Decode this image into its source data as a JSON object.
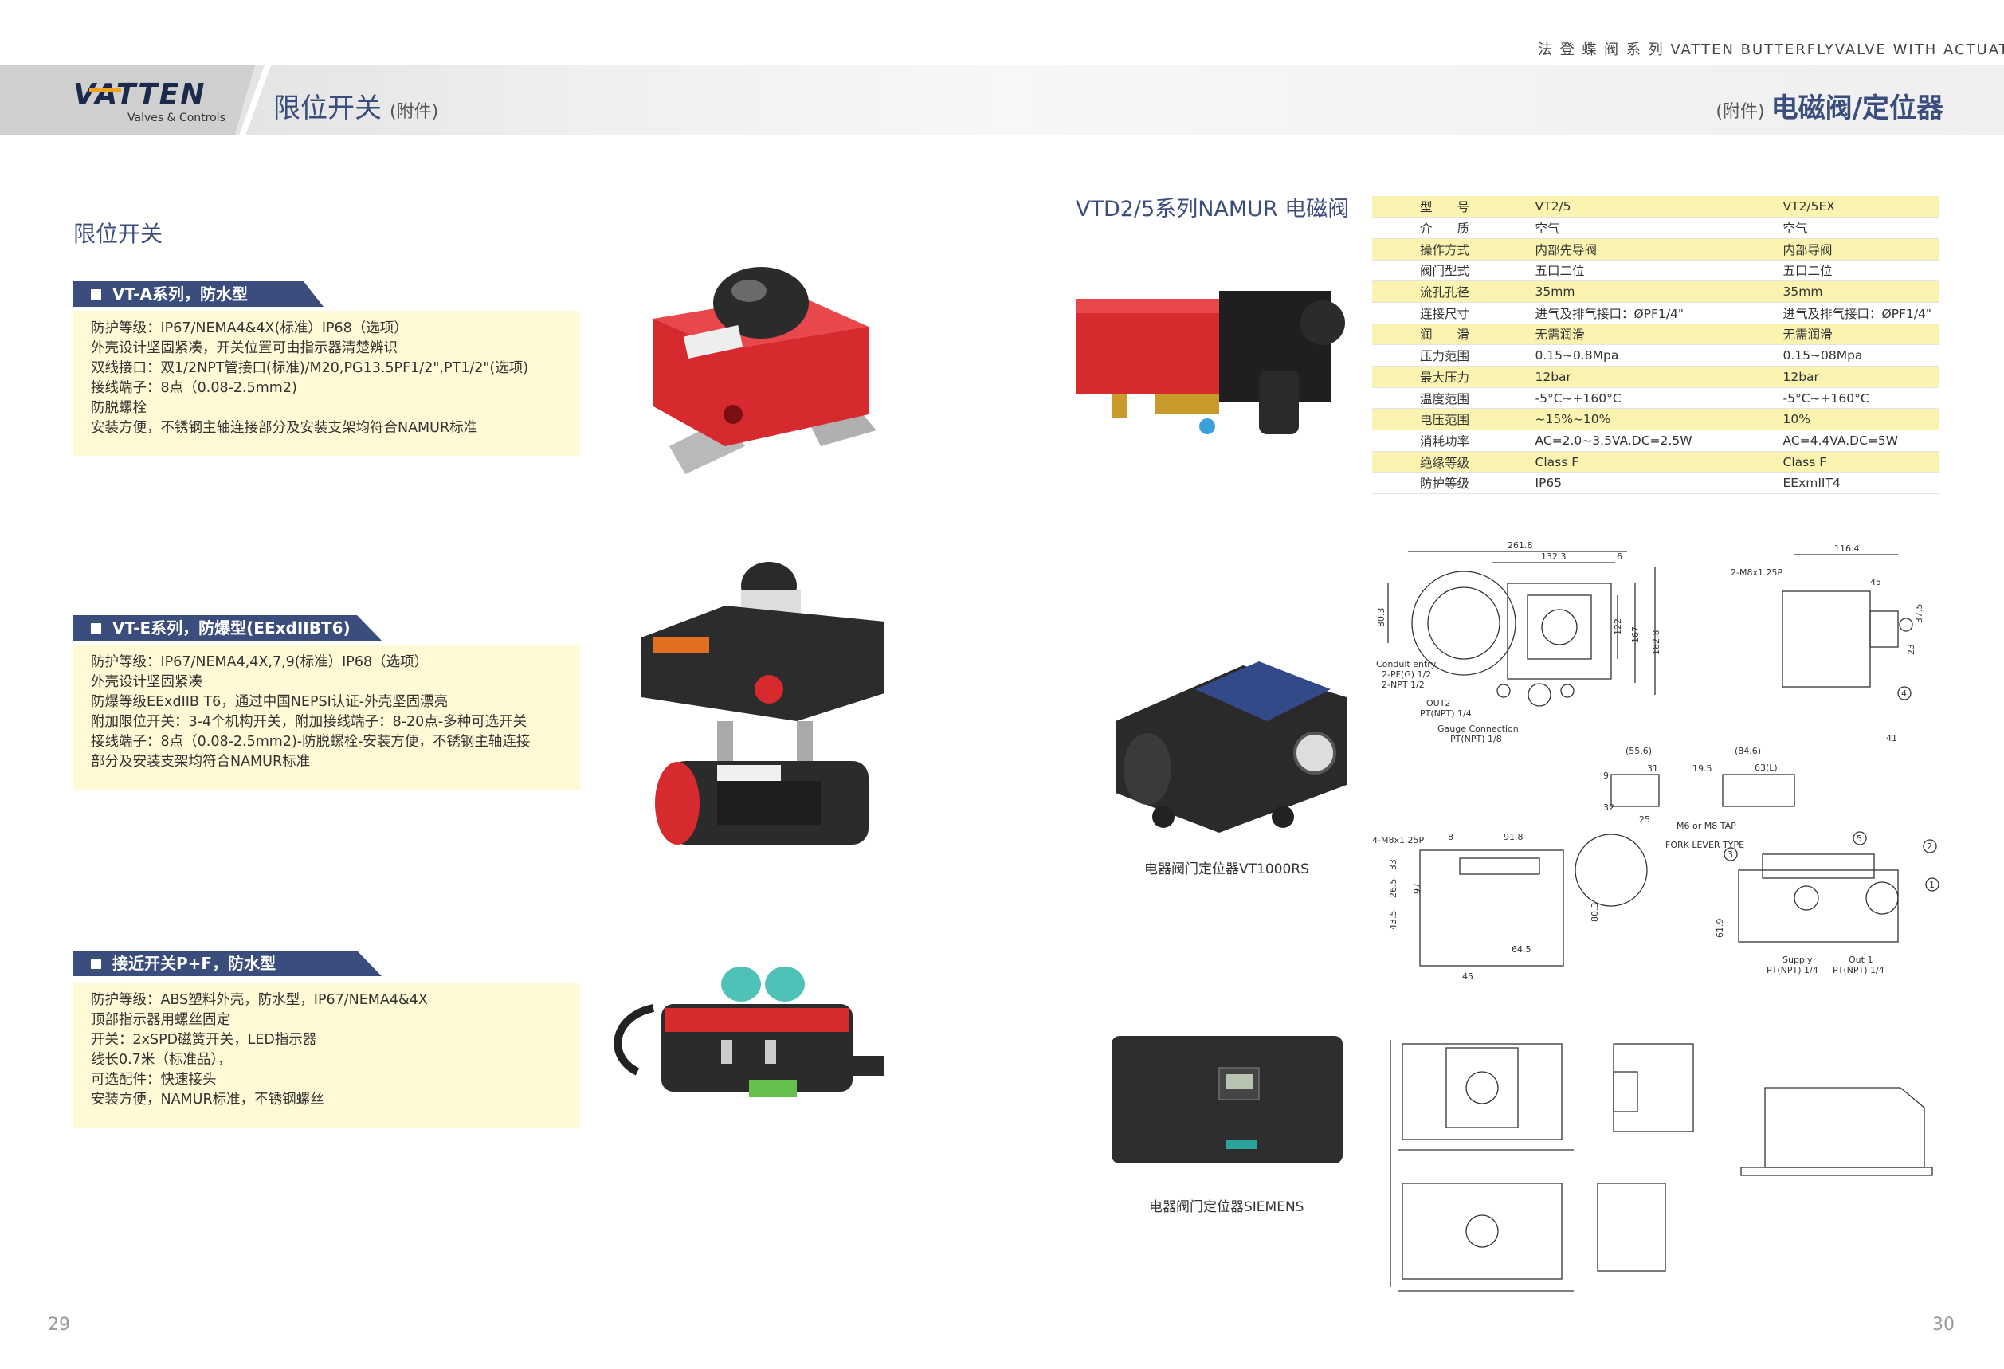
{
  "header": {
    "series_line": "法 登 蝶 阀 系 列   VATTEN BUTTERFLYVALVE WITH ACTUATOR",
    "logo_text": "VATTEN",
    "logo_sub": "Valves & Controls",
    "left_title": "限位开关",
    "left_title_suffix": "(附件)",
    "right_title_prefix": "(附件)",
    "right_title": "电磁阀/定位器"
  },
  "left_page": {
    "section_title": "限位开关",
    "products": [
      {
        "band": "VT-A系列，防水型",
        "lines": [
          "防护等级：IP67/NEMA4&4X(标准）IP68（选项）",
          "外壳设计坚固紧凑，开关位置可由指示器清楚辨识",
          "双线接口：双1/2NPT管接口(标准)/M20,PG13.5PF1/2\",PT1/2\"(选项)",
          "接线端子：8点（0.08-2.5mm2)",
          "防脱螺栓",
          "安装方便，不锈钢主轴连接部分及安装支架均符合NAMUR标准"
        ]
      },
      {
        "band": "VT-E系列，防爆型(EExdIIBT6)",
        "lines": [
          "防护等级：IP67/NEMA4,4X,7,9(标准）IP68（选项）",
          "外壳设计坚固紧凑",
          "防爆等级EExdIIB T6，通过中国NEPSI认证-外壳坚固漂亮",
          "附加限位开关：3-4个机构开关，附加接线端子：8-20点-多种可选开关",
          "接线端子：8点（0.08-2.5mm2)-防脱螺栓-安装方便，不锈钢主轴连接",
          "部分及安装支架均符合NAMUR标准"
        ]
      },
      {
        "band": "接近开关P+F，防水型",
        "lines": [
          "防护等级：ABS塑料外壳，防水型，IP67/NEMA4&4X",
          "顶部指示器用螺丝固定",
          "开关：2xSPD磁簧开关，LED指示器",
          "线长0.7米（标准品），",
          "可选配件：快速接头",
          "安装方便，NAMUR标准，不锈钢螺丝"
        ]
      }
    ],
    "page_number": "29"
  },
  "right_page": {
    "solenoid_title": "VTD2/5系列NAMUR 电磁阀",
    "spec_table": {
      "header": [
        "型　　号",
        "VT2/5",
        "VT2/5EX"
      ],
      "rows": [
        [
          "介　　质",
          "空气",
          "空气"
        ],
        [
          "操作方式",
          "内部先导阀",
          "内部导阀"
        ],
        [
          "阀门型式",
          "五口二位",
          "五口二位"
        ],
        [
          "流孔孔径",
          "35mm",
          "35mm"
        ],
        [
          "连接尺寸",
          "进气及排气接口：ØPF1/4\"",
          "进气及排气接口：ØPF1/4\""
        ],
        [
          "润　　滑",
          "无需润滑",
          "无需润滑"
        ],
        [
          "压力范围",
          "0.15~0.8Mpa",
          "0.15~08Mpa"
        ],
        [
          "最大压力",
          "12bar",
          "12bar"
        ],
        [
          "温度范围",
          "-5°C~+160°C",
          "-5°C~+160°C"
        ],
        [
          "电压范围",
          "~15%~10%",
          "10%"
        ],
        [
          "消耗功率",
          "AC=2.0~3.5VA.DC=2.5W",
          "AC=4.4VA.DC=5W"
        ],
        [
          "绝缘等级",
          "Class F",
          "Class F"
        ],
        [
          "防护等级",
          "IP65",
          "EExmIIT4"
        ]
      ]
    },
    "positioner1_caption": "电器阀门定位器VT1000RS",
    "positioner2_caption": "电器阀门定位器SIEMENS",
    "drawing1_labels": {
      "w_total": "261.8",
      "w_mid": "132.3",
      "w_small": "6",
      "h1": "80.3",
      "h2": "122",
      "h3": "167",
      "h4": "182.8",
      "conduit": "Conduit entry",
      "conduit_spec1": "2-PF(G) 1/2",
      "conduit_spec2": "2-NPT 1/2",
      "out2": "OUT2",
      "out2_spec": "PT(NPT) 1/4",
      "gauge": "Gauge Connection",
      "gauge_spec": "PT(NPT) 1/8",
      "side_w": "116.4",
      "side_top": "2-M8x1.25P",
      "side_45": "45",
      "side_375": "37.5",
      "side_23": "23",
      "side_41": "41",
      "side_4": "4",
      "bracket_556": "(55.6)",
      "bracket_31": "31",
      "bracket_195": "19.5",
      "bracket_846": "(84.6)",
      "bracket_63": "63(L)",
      "bracket_9": "9",
      "bracket_32": "32",
      "bracket_25": "25",
      "tap": "M6 or M8 TAP",
      "fork": "FORK LEVER TYPE",
      "bottom_tap": "4-M8x1.25P",
      "bottom_8": "8",
      "bottom_918": "91.8",
      "bottom_33": "33",
      "bottom_265": "26.5",
      "bottom_435": "43.5",
      "bottom_97": "97",
      "bottom_803": "80.3",
      "bottom_645": "64.5",
      "bottom_45": "45",
      "side2_619": "61.9",
      "supply": "Supply",
      "supply_spec": "PT(NPT) 1/4",
      "out1": "Out 1",
      "out1_spec": "PT(NPT) 1/4",
      "c1": "1",
      "c2": "2",
      "c3": "3",
      "c5": "5"
    },
    "page_number": "30"
  },
  "colors": {
    "brand_blue": "#3a4d7c",
    "desc_bg": "#fff9d6",
    "table_highlight": "#fbf4b0",
    "actuator_red": "#d72a2e"
  }
}
